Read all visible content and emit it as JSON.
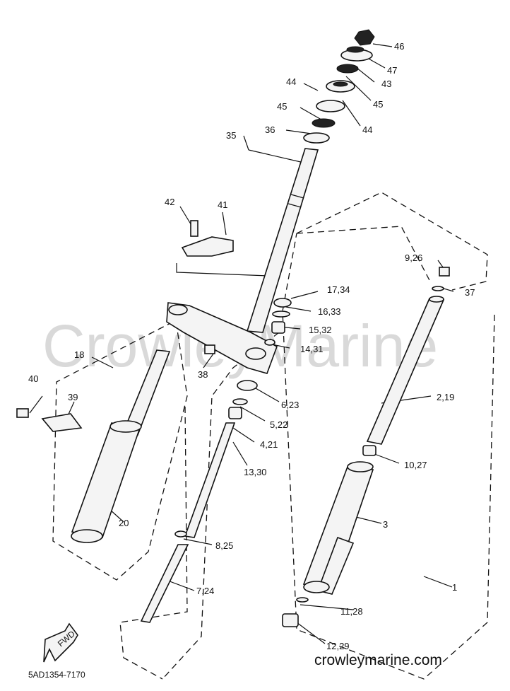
{
  "watermark": "CrowleyMarine",
  "diagram_code": "5AD1354-7170",
  "site": "crowleymarine.com",
  "fwd_label": "FWD",
  "labels": {
    "l46": "46",
    "l47": "47",
    "l43": "43",
    "l45a": "45",
    "l44a": "44",
    "l44b": "44",
    "l45b": "45",
    "l36": "36",
    "l35": "35",
    "l42": "42",
    "l41": "41",
    "l926": "9,26",
    "l37": "37",
    "l1734": "17,34",
    "l1633": "16,33",
    "l1532": "15,32",
    "l1431": "14,31",
    "l18": "18",
    "l38": "38",
    "l40": "40",
    "l39": "39",
    "l623": "6,23",
    "l522": "5,22",
    "l421": "4,21",
    "l1330": "13,30",
    "l219": "2,19",
    "l1027": "10,27",
    "l20": "20",
    "l3": "3",
    "l825": "8,25",
    "l724": "7,24",
    "l1": "1",
    "l1128": "11,28",
    "l1229": "12,29"
  }
}
